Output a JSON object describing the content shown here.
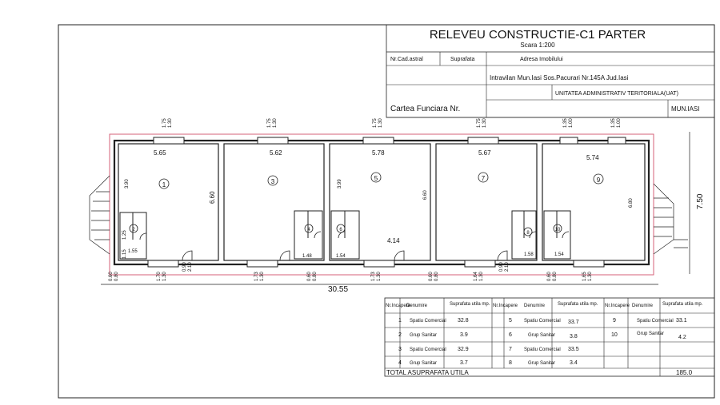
{
  "title_block": {
    "title": "RELEVEU CONSTRUCTIE-C1 PARTER",
    "scale": "Scara 1:200",
    "col_nr_cad": "Nr.Cad.astral",
    "col_suprafata": "Suprafata",
    "col_adresa": "Adresa Imobilului",
    "address": "Intravilan Mun.Iasi Sos.Pacurari Nr.145A Jud.Iasi",
    "uat_label": "UNITATEA ADMINISTRATIV TERITORIALA(UAT)",
    "carte_funciara": "Cartea Funciara Nr.",
    "uat_value": "MUN.IASI"
  },
  "plan": {
    "overall_length": "30.55",
    "overall_depth": "7.50",
    "rooms": [
      {
        "number": "1",
        "width": "5.65",
        "depth": "6.60",
        "side": "3.90"
      },
      {
        "number": "3",
        "width": "5.62",
        "depth": "",
        "side": ""
      },
      {
        "number": "5",
        "width": "5.78",
        "depth": "6.60",
        "side": "3.99"
      },
      {
        "number": "7",
        "width": "5.67",
        "depth": "",
        "side": ""
      },
      {
        "number": "9",
        "width": "5.74",
        "depth": "6.80",
        "side": ""
      }
    ],
    "small_rooms": [
      "2",
      "4",
      "6",
      "8",
      "10"
    ],
    "corridor_dim": "4.14",
    "top_windows": [
      {
        "w": "1.75",
        "h": "1.30"
      },
      {
        "w": "1.75",
        "h": "1.30"
      },
      {
        "w": "1.75",
        "h": "1.30"
      },
      {
        "w": "1.75",
        "h": "1.30"
      },
      {
        "w": "1.35",
        "h": "1.00"
      },
      {
        "w": "1.35",
        "h": "1.00"
      }
    ],
    "bottom_dims": [
      {
        "a": "0.60",
        "b": "0.80"
      },
      {
        "a": "1.70",
        "b": "1.30"
      },
      {
        "a": "0.90",
        "b": "2.10"
      },
      {
        "a": "1.73",
        "b": "1.30"
      },
      {
        "a": "0.60",
        "b": "0.80"
      },
      {
        "a": "1.73",
        "b": "1.30"
      },
      {
        "a": "0.60",
        "b": "0.80"
      },
      {
        "a": "1.64",
        "b": "1.30"
      },
      {
        "a": "0.90",
        "b": "2.10"
      },
      {
        "a": "0.60",
        "b": "0.80"
      },
      {
        "a": "1.65",
        "b": "1.30"
      }
    ],
    "small_dims": [
      "1.55",
      "1.25",
      "1.15",
      "1.48",
      "1.54",
      "1.58",
      "1.54"
    ]
  },
  "table": {
    "headers": [
      "Nr.Incapere",
      "Denumire",
      "Suprafata utila mp."
    ],
    "rows": [
      [
        {
          "nr": "1",
          "den": "Spatiu Comercial",
          "sup": "32.8"
        },
        {
          "nr": "5",
          "den": "Spatiu Comercial",
          "sup": "33.7"
        },
        {
          "nr": "9",
          "den": "Spatiu Comercial",
          "sup": "33.1"
        }
      ],
      [
        {
          "nr": "2",
          "den": "Grup Sanitar",
          "sup": "3.9"
        },
        {
          "nr": "6",
          "den": "Grup Sanitar",
          "sup": "3.8"
        },
        {
          "nr": "10",
          "den": "Grup Sanitar",
          "sup": "4.2"
        }
      ],
      [
        {
          "nr": "3",
          "den": "Spatiu Comercial",
          "sup": "32.9"
        },
        {
          "nr": "7",
          "den": "Spatiu Comercial",
          "sup": "33.5"
        },
        {
          "nr": "",
          "den": "",
          "sup": ""
        }
      ],
      [
        {
          "nr": "4",
          "den": "Grup Sanitar",
          "sup": "3.7"
        },
        {
          "nr": "8",
          "den": "Grup Sanitar",
          "sup": "3.4"
        },
        {
          "nr": "",
          "den": "",
          "sup": ""
        }
      ]
    ],
    "total_label": "TOTAL ASUPRAFATA UTILA",
    "total_value": "185.0"
  }
}
